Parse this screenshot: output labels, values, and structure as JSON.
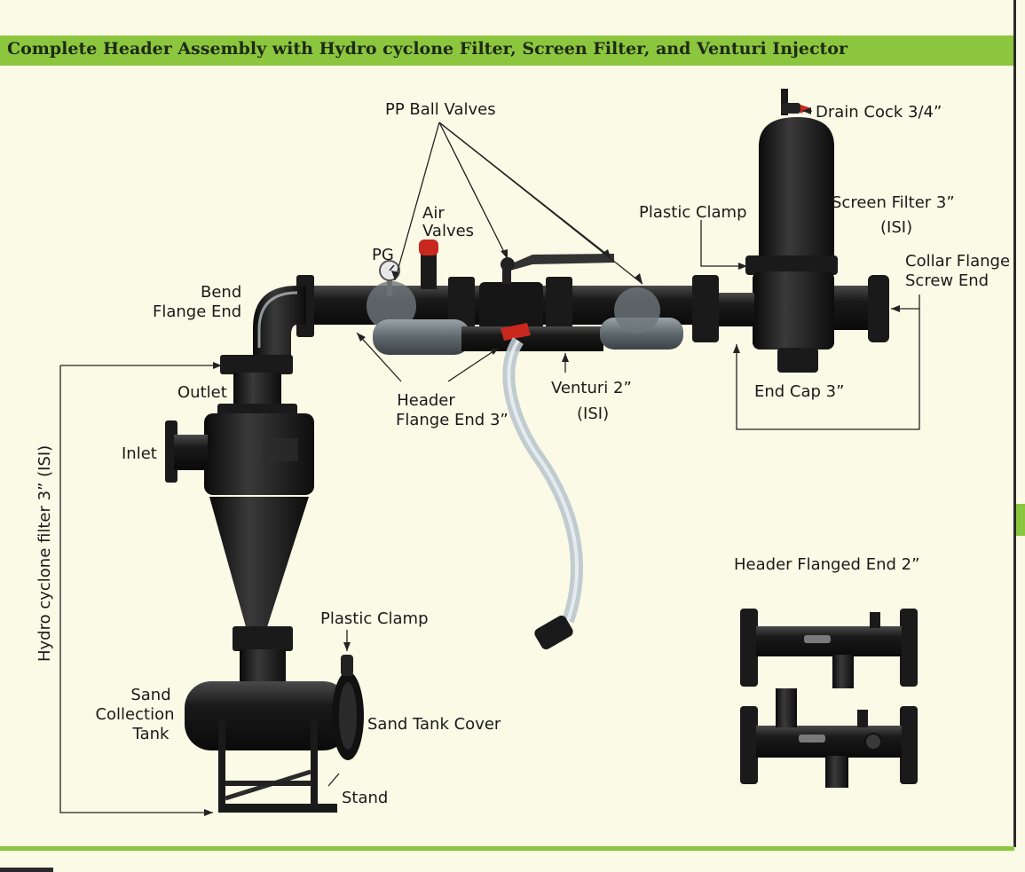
{
  "title": "Complete Header Assembly with Hydro cyclone Filter, Screen Filter, and Venturi  Injector",
  "labels": {
    "pp_ball_valves": "PP Ball Valves",
    "drain_cock": "Drain Cock 3/4”",
    "plastic_clamp_top": "Plastic Clamp",
    "screen_filter": "Screen Filter 3”",
    "screen_filter_isi": "(ISI)",
    "air_valves_1": "Air",
    "air_valves_2": "Valves",
    "pg": "PG",
    "bend_flange_1": "Bend",
    "bend_flange_2": "Flange End",
    "collar_flange_1": "Collar Flange",
    "collar_flange_2": "Screw End",
    "outlet": "Outlet",
    "inlet": "Inlet",
    "header_flange_1": "Header",
    "header_flange_2": "Flange End 3”",
    "venturi_1": "Venturi 2”",
    "venturi_2": "(ISI)",
    "end_cap": "End Cap 3”",
    "hydro_cyclone": "Hydro cyclone filter 3”  (ISI)",
    "header_flanged_end_2": "Header Flanged End 2”",
    "plastic_clamp_bottom": "Plastic Clamp",
    "sand_collection_1": "Sand",
    "sand_collection_2": "Collection",
    "sand_collection_3": "Tank",
    "sand_tank_cover": "Sand Tank Cover",
    "stand": "Stand"
  },
  "colors": {
    "accent_green": "#8cc63f",
    "background": "#fbfae6",
    "part_black": "#1b1b1b",
    "pvc_grey": "#6f7a80",
    "valve_red": "#c8281e"
  }
}
